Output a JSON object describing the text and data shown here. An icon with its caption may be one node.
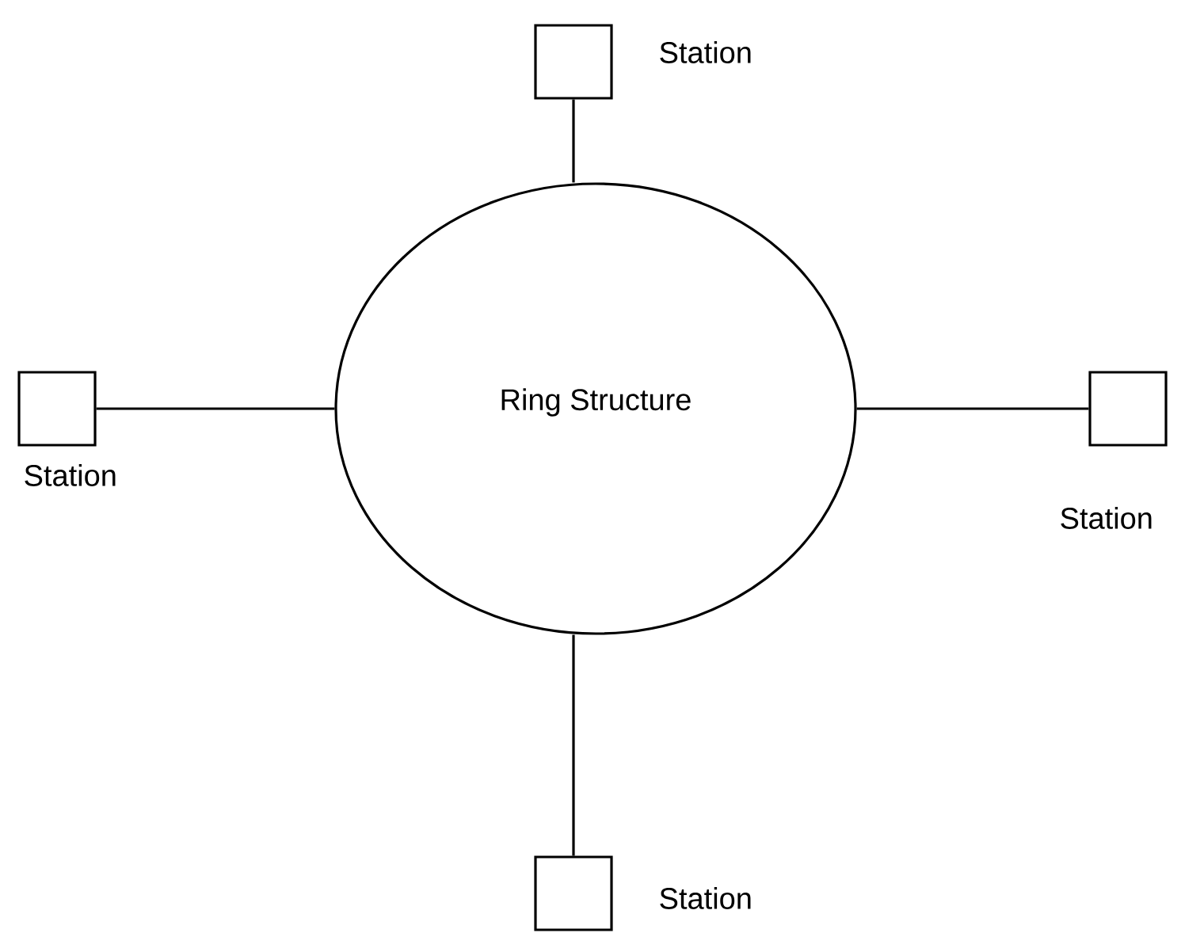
{
  "diagram": {
    "nodes": [
      {
        "text": [
          "Station"
        ]
      },
      {
        "text": [
          "Station"
        ]
      },
      {
        "text": [
          "Ring Structure"
        ]
      },
      {
        "text": [
          "Station"
        ]
      },
      {
        "text": [
          "Station"
        ]
      }
    ],
    "edges": [
      {
        "from": 0,
        "to": 2,
        "arrow": "none"
      },
      {
        "from": 1,
        "to": 2,
        "arrow": "none"
      },
      {
        "from": 3,
        "to": 2,
        "arrow": "none"
      },
      {
        "from": 4,
        "to": 2,
        "arrow": "none"
      }
    ]
  }
}
